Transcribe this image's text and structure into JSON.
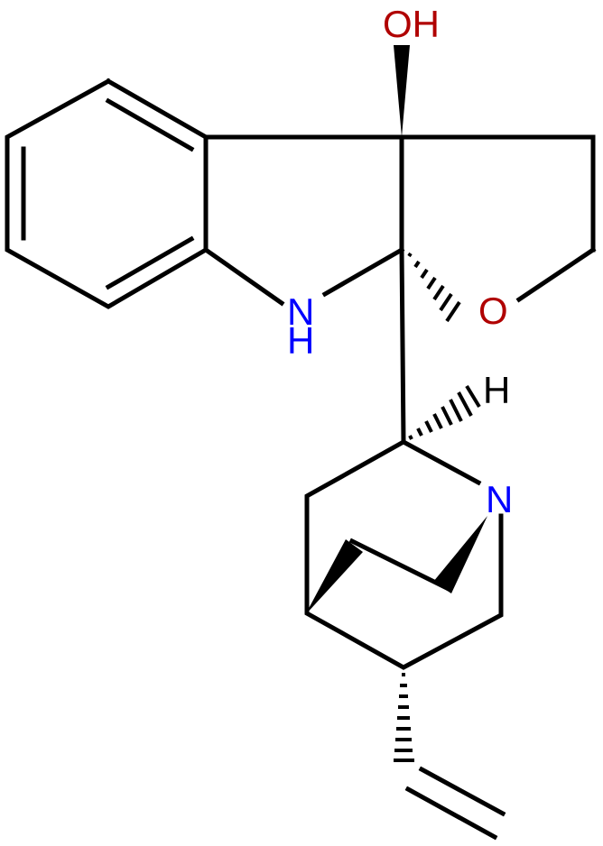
{
  "molecule": {
    "labels": {
      "oh": "OH",
      "n_indoline": "N",
      "h_indoline": "H",
      "o_ring": "O",
      "h_stereo": "H",
      "n_quinuclidine": "N"
    },
    "colors": {
      "bond": "#000000",
      "oxygen": "#b00000",
      "nitrogen": "#0000ff",
      "hydrogen": "#000000"
    }
  }
}
